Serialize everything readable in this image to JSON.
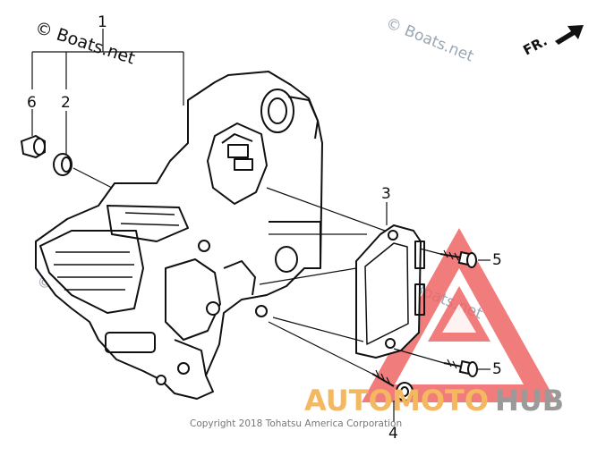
{
  "watermarks": {
    "main": "© Boats.net",
    "secondary": "© Boats.net"
  },
  "direction": {
    "label": "FR."
  },
  "callouts": [
    {
      "id": "1",
      "label": "1"
    },
    {
      "id": "2",
      "label": "2"
    },
    {
      "id": "3",
      "label": "3"
    },
    {
      "id": "4",
      "label": "4"
    },
    {
      "id": "5a",
      "label": "5"
    },
    {
      "id": "5b",
      "label": "5"
    },
    {
      "id": "6",
      "label": "6"
    }
  ],
  "brand": {
    "part1": "AUTO",
    "part2": "MOTO",
    "part3": "HUB",
    "colors": {
      "auto": "#f4b860",
      "moto": "#f4b860",
      "hub": "#9a9a9a",
      "triangle": "#ef6666"
    }
  },
  "copyright": "Copyright 2018 Tohatsu America Corporation"
}
